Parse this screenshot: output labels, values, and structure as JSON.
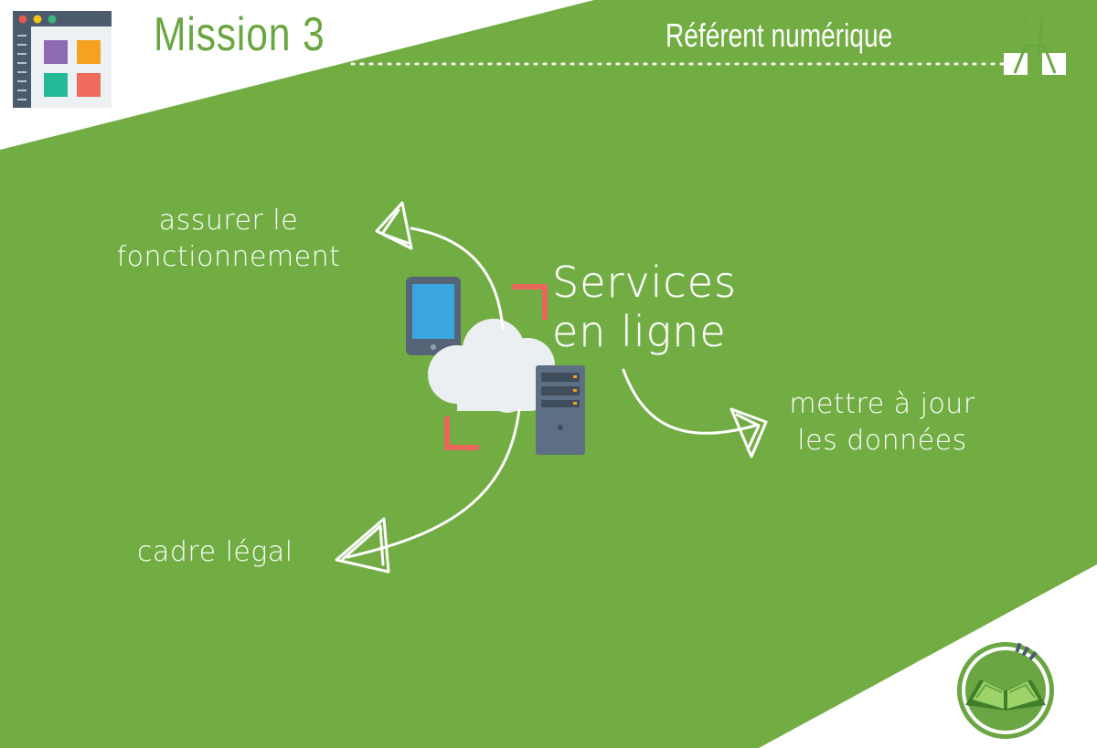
{
  "header": {
    "title": "Mission 3",
    "subtitle": "Référent numérique",
    "app_icon": "app-window-icon",
    "binder_clip_icon": "binder-clip-icon"
  },
  "slide": {
    "center_title_line1": "Services",
    "center_title_line2": "en ligne",
    "labels": {
      "operation_line1": "assurer le",
      "operation_line2": "fonctionnement",
      "update_line1": "mettre à jour",
      "update_line2": "les données",
      "legal": "cadre légal"
    },
    "illustration_icons": [
      "tablet-icon",
      "cloud-icon",
      "server-icon"
    ]
  },
  "footer": {
    "logo_icon": "open-book-logo-icon"
  },
  "colors": {
    "brand_green": "#72ad44",
    "title_green": "#6aa641",
    "white": "#ffffff",
    "accent_red": "#e8675b",
    "tablet_blue": "#3aa6e0",
    "server_gray": "#5d6f82",
    "cloud": "#eceff1"
  }
}
